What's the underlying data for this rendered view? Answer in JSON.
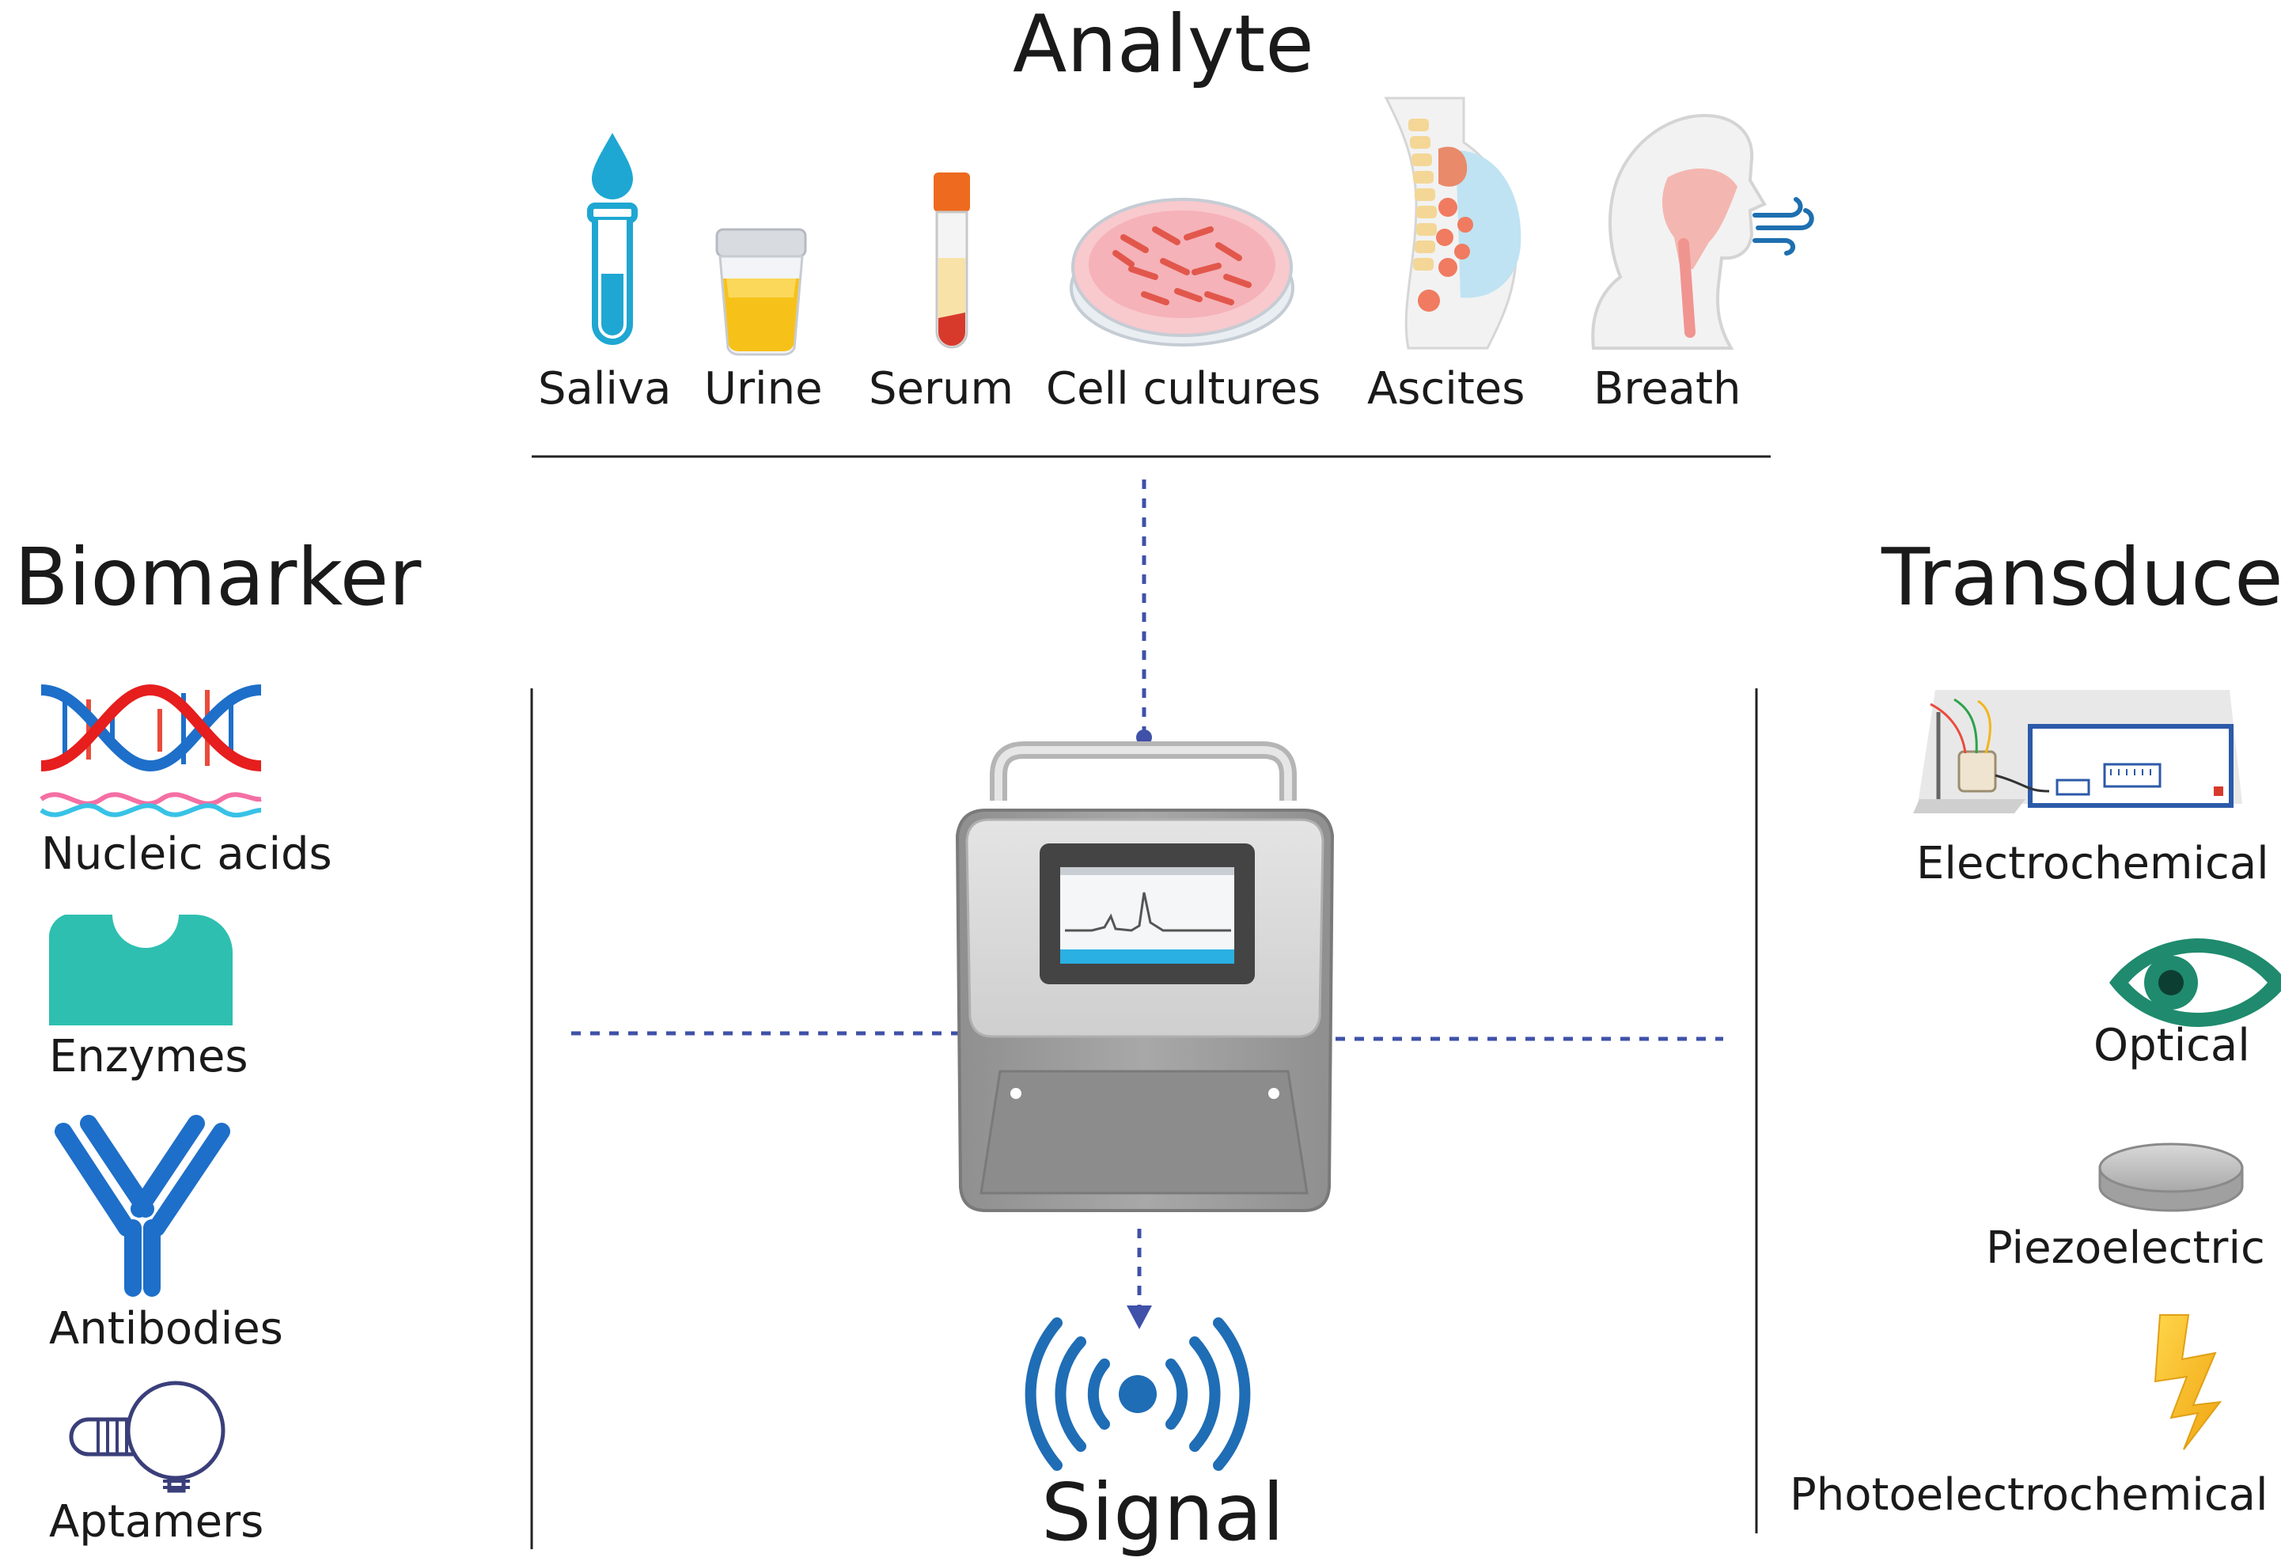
{
  "analyte": {
    "title": "Analyte",
    "items": [
      "Saliva",
      "Urine",
      "Serum",
      "Cell cultures",
      "Ascites",
      "Breath"
    ]
  },
  "biomarker": {
    "title": "Biomarker",
    "items": [
      "Nucleic acids",
      "Enzymes",
      "Antibodies",
      "Aptamers"
    ]
  },
  "transducer": {
    "title": "Transducer",
    "items": [
      "Electrochemical",
      "Optical",
      "Piezoelectric",
      "Photoelectrochemical"
    ]
  },
  "signal": {
    "title": "Signal"
  },
  "colors": {
    "connector": "#3f51a8",
    "device_body": "#9e9e9e",
    "saliva_blue": "#1ea7d2",
    "urine_yellow": "#f6c21a",
    "serum_red": "#d73a2b",
    "enzyme_teal": "#2ebfb0",
    "antibody_blue": "#1e6fc9",
    "optical_green": "#1f8a6e",
    "lightning_yellow": "#f3b51b",
    "signal_blue": "#1f6db5"
  }
}
